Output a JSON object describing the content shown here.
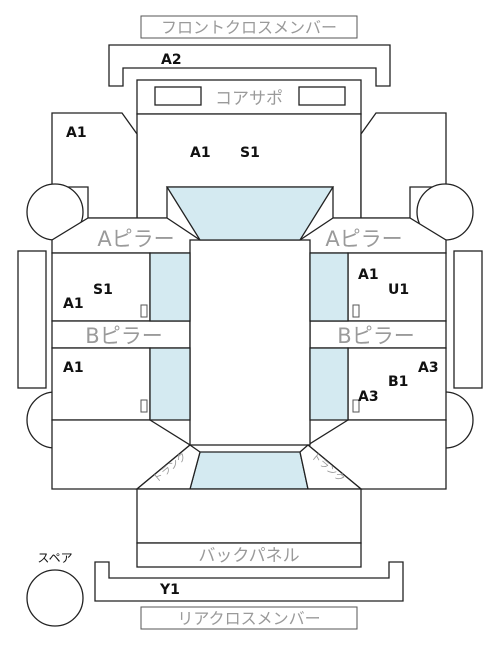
{
  "labels": {
    "front_cross_member": "フロントクロスメンバー",
    "core_support": "コアサポ",
    "a_pillar_left": "Aピラー",
    "a_pillar_right": "Aピラー",
    "b_pillar_left": "Bピラー",
    "b_pillar_right": "Bピラー",
    "back_panel": "バックパネル",
    "rear_cross_member": "リアクロスメンバー",
    "spare": "スペア",
    "trunk_left": "トランク",
    "trunk_right": "トランク"
  },
  "codes": {
    "front_cross": "A2",
    "front_left_fender": "A1",
    "hood_1": "A1",
    "hood_2": "S1",
    "front_left_door_1": "S1",
    "front_left_door_2": "A1",
    "front_right_door_1": "A1",
    "front_right_door_2": "U1",
    "rear_left_door": "A1",
    "rear_right_1": "A3",
    "rear_right_2": "B1",
    "rear_right_3": "A3",
    "rear_cross": "Y1"
  },
  "colors": {
    "glass": "#d4eaf1",
    "outline": "#222222",
    "label_grey": "#9a9a9a"
  }
}
